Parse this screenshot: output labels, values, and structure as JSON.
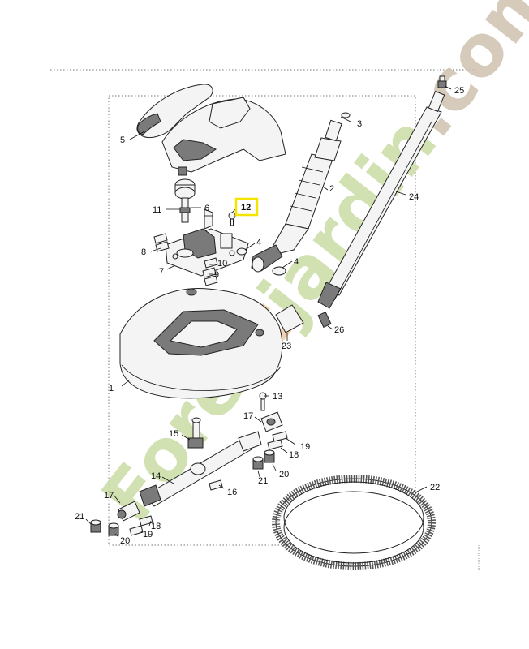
{
  "watermark": {
    "text": "Forestjardin.com",
    "colors": {
      "green": "#c9dca4",
      "orange": "#f2c9a2",
      "brown": "#cfc3b0"
    }
  },
  "highlight_color": "#f5e400",
  "parts": [
    {
      "id": "p1",
      "label": "1"
    },
    {
      "id": "p2",
      "label": "2"
    },
    {
      "id": "p3",
      "label": "3"
    },
    {
      "id": "p4a",
      "label": "4"
    },
    {
      "id": "p4b",
      "label": "4"
    },
    {
      "id": "p5",
      "label": "5"
    },
    {
      "id": "p6",
      "label": "6"
    },
    {
      "id": "p7",
      "label": "7"
    },
    {
      "id": "p8",
      "label": "8"
    },
    {
      "id": "p9",
      "label": "9"
    },
    {
      "id": "p10",
      "label": "10"
    },
    {
      "id": "p11",
      "label": "11",
      "highlighted": true
    },
    {
      "id": "p12",
      "label": "12"
    },
    {
      "id": "p13",
      "label": "13"
    },
    {
      "id": "p14",
      "label": "14"
    },
    {
      "id": "p15",
      "label": "15"
    },
    {
      "id": "p16",
      "label": "16"
    },
    {
      "id": "p17a",
      "label": "17"
    },
    {
      "id": "p17b",
      "label": "17"
    },
    {
      "id": "p18a",
      "label": "18"
    },
    {
      "id": "p18b",
      "label": "18"
    },
    {
      "id": "p19a",
      "label": "19"
    },
    {
      "id": "p19b",
      "label": "19"
    },
    {
      "id": "p20a",
      "label": "20"
    },
    {
      "id": "p20b",
      "label": "20"
    },
    {
      "id": "p21a",
      "label": "21"
    },
    {
      "id": "p21b",
      "label": "21"
    },
    {
      "id": "p22",
      "label": "22"
    },
    {
      "id": "p23",
      "label": "23"
    },
    {
      "id": "p24",
      "label": "24"
    },
    {
      "id": "p25",
      "label": "25"
    },
    {
      "id": "p26",
      "label": "26"
    }
  ]
}
